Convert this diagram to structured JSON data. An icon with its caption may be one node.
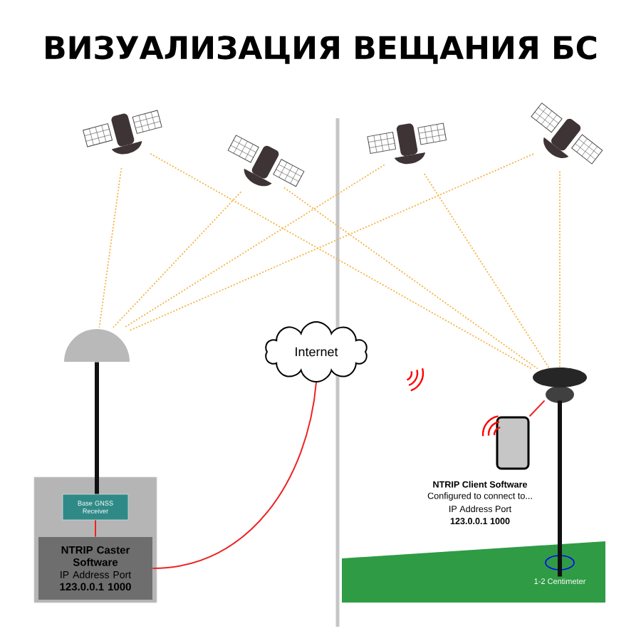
{
  "diagram": {
    "title": "ВИЗУАЛИЗАЦИЯ ВЕЩАНИЯ БС",
    "nodes": [
      {
        "text": [],
        "shape": "picture"
      },
      {
        "text": [],
        "shape": "picture"
      },
      {
        "text": [],
        "shape": "picture"
      },
      {
        "text": [],
        "shape": "picture"
      },
      {
        "text": [],
        "shape": "dome"
      },
      {
        "text": [],
        "shape": "box"
      },
      {
        "text": [
          "Base GNSS Receiver"
        ],
        "in": 5
      },
      {
        "text": [
          "NTRIP Caster Software",
          "IP Address Port",
          "123.0.0.1 1000"
        ],
        "in": 5
      },
      {
        "text": [
          "Internet"
        ]
      },
      {
        "text": [],
        "shape": "antenna"
      },
      {
        "text": [],
        "shape": "box",
        "beside": [
          "NTRIP Client Software",
          "Configured to connect to...",
          "IP Address Port",
          "123.0.0.1 1000"
        ]
      },
      {
        "text": [
          "1-2 Centimeter"
        ]
      }
    ],
    "edges": [
      {
        "from": 0,
        "to": 4,
        "arrow": "none",
        "style": "dashed"
      },
      {
        "from": 1,
        "to": 4,
        "arrow": "none",
        "style": "dashed"
      },
      {
        "from": 2,
        "to": 4,
        "arrow": "none",
        "style": "dashed"
      },
      {
        "from": 3,
        "to": 4,
        "arrow": "none",
        "style": "dashed"
      },
      {
        "from": 0,
        "to": 9,
        "arrow": "none",
        "style": "dashed"
      },
      {
        "from": 1,
        "to": 9,
        "arrow": "none",
        "style": "dashed"
      },
      {
        "from": 2,
        "to": 9,
        "arrow": "none",
        "style": "dashed"
      },
      {
        "from": 3,
        "to": 9,
        "arrow": "none",
        "style": "dashed"
      },
      {
        "from": 4,
        "to": 6,
        "arrow": "none",
        "style": "thick",
        "color": "#111111"
      },
      {
        "from": 6,
        "to": 7,
        "arrow": "none",
        "color": "#ee2222"
      },
      {
        "from": 7,
        "to": 8,
        "arrow": "none",
        "color": "#ee2222"
      },
      {
        "from": 10,
        "to": 9,
        "arrow": "none",
        "color": "#ee2222"
      },
      {
        "from": 9,
        "to": 11,
        "arrow": "none",
        "style": "thick",
        "color": "#111111"
      }
    ]
  }
}
